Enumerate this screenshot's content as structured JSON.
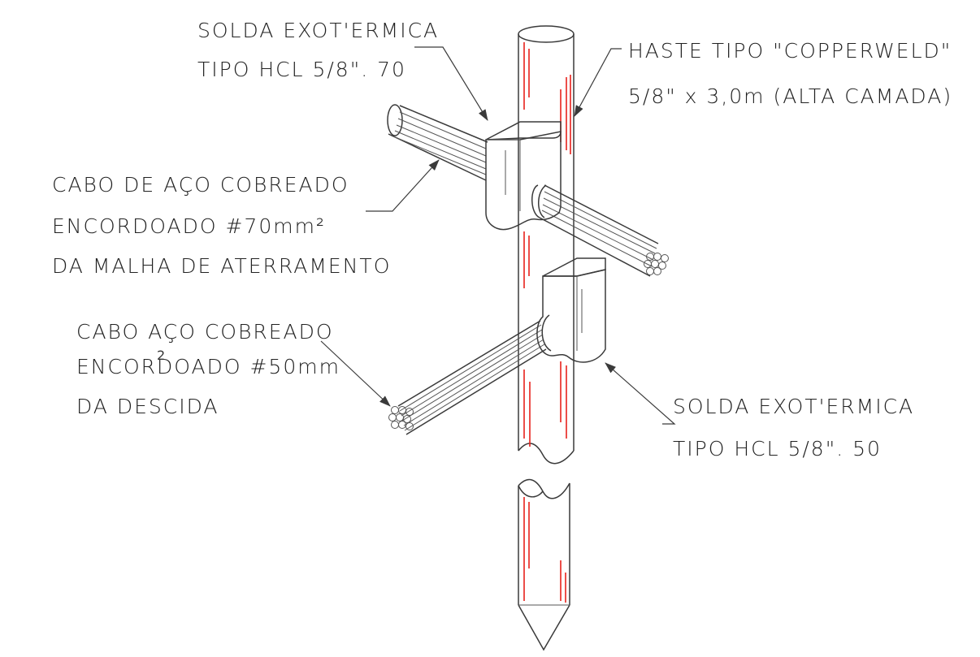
{
  "labels": {
    "weld_top_line1": "SOLDA EXOT'ERMICA",
    "weld_top_line2": "TIPO HCL 5/8\". 70",
    "rod_line1": "HASTE TIPO \"COPPERWELD\"",
    "rod_line2": "5/8\" x 3,0m  (ALTA CAMADA)",
    "mesh_cable_line1": "CABO DE AÇO COBREADO",
    "mesh_cable_line2": "ENCORDOADO #70mm²",
    "mesh_cable_line3": "DA MALHA DE ATERRAMENTO",
    "down_cable_line1": "CABO AÇO COBREADO",
    "down_cable_line2": "ENCORDOADO #50mm",
    "down_cable_sup": "2",
    "down_cable_line3": "DA DESCIDA",
    "weld_bottom_line1": "SOLDA EXOT'ERMICA",
    "weld_bottom_line2": "TIPO HCL 5/8\". 50"
  },
  "colors": {
    "line": "#3a3a3a",
    "copper_highlight": "#e8221b",
    "background": "#ffffff"
  }
}
